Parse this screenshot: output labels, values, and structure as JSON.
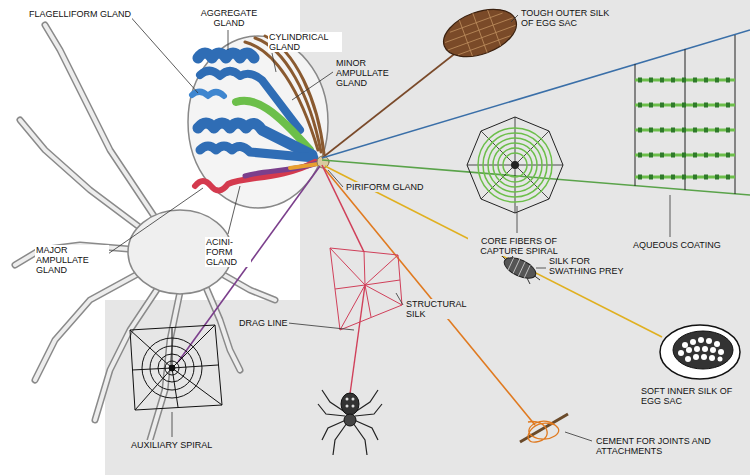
{
  "diagram": {
    "labels": [
      "FLAGELLIFORM GLAND",
      "AGGREGATE GLAND",
      "CYLINDRICAL GLAND",
      "MINOR AMPULLATE GLAND",
      "TOUGH OUTER SILK OF EGG SAC",
      "MAJOR AMPULLATE GLAND",
      "ACINI-FORM GLAND",
      "PIRIFORM GLAND",
      "CORE FIBERS OF CAPTURE SPIRAL",
      "AQUEOUS COATING",
      "SILK FOR SWATHING PREY",
      "STRUCTURAL SILK",
      "DRAG LINE",
      "SOFT INNER SILK OF EGG SAC",
      "AUXILIARY SPIRAL",
      "CEMENT FOR JOINTS AND ATTACHMENTS"
    ]
  }
}
